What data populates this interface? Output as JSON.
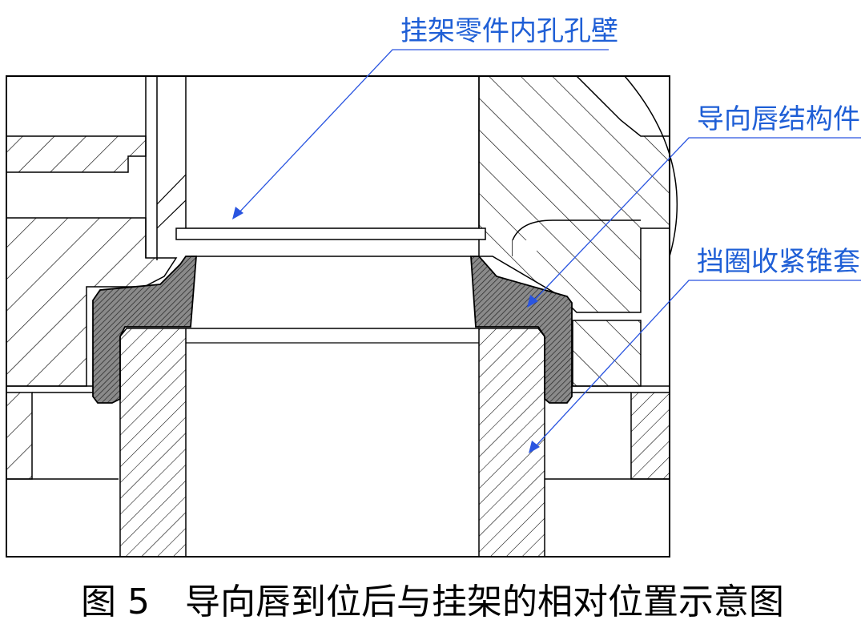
{
  "callouts": {
    "bore_wall": "挂架零件内孔孔壁",
    "guide_lip": "导向唇结构件",
    "retaining_cone": "挡圈收紧锥套"
  },
  "caption": "图 5　导向唇到位后与挂架的相对位置示意图",
  "colors": {
    "line": "#000000",
    "callout": "#1f5fd6",
    "background": "#ffffff"
  }
}
